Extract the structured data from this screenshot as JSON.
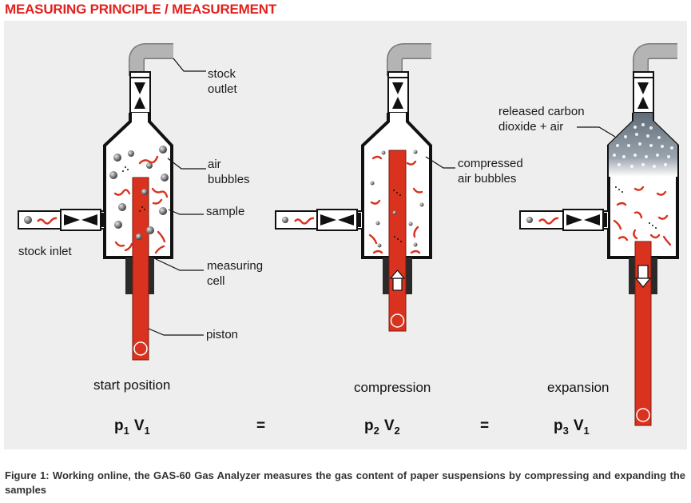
{
  "heading": "MEASURING PRINCIPLE / MEASUREMENT",
  "labels": {
    "stock_outlet_1": "stock",
    "stock_outlet_2": "outlet",
    "air_bubbles_1": "air",
    "air_bubbles_2": "bubbles",
    "sample": "sample",
    "stock_inlet": "stock inlet",
    "measuring_cell_1": "measuring",
    "measuring_cell_2": "cell",
    "piston": "piston",
    "compressed_1": "compressed",
    "compressed_2": "air bubbles",
    "released_1": "released  carbon",
    "released_2": "dioxide + air"
  },
  "stages": {
    "start": "start position",
    "compression": "compression",
    "expansion": "expansion"
  },
  "equation": {
    "p": "p",
    "v": "V",
    "sub1": "1",
    "sub2": "2",
    "sub3": "3",
    "equals": "="
  },
  "caption": "Figure 1: Working online, the GAS-60 Gas Analyzer measures the gas content of paper suspensions by compressing and expanding the samples",
  "colors": {
    "heading": "#e2211c",
    "piston": "#d9321e",
    "fiber": "#d9321e",
    "cell_outline": "#111111",
    "pipe_gray": "#a8a8a8",
    "panel": "#eeeeee"
  }
}
